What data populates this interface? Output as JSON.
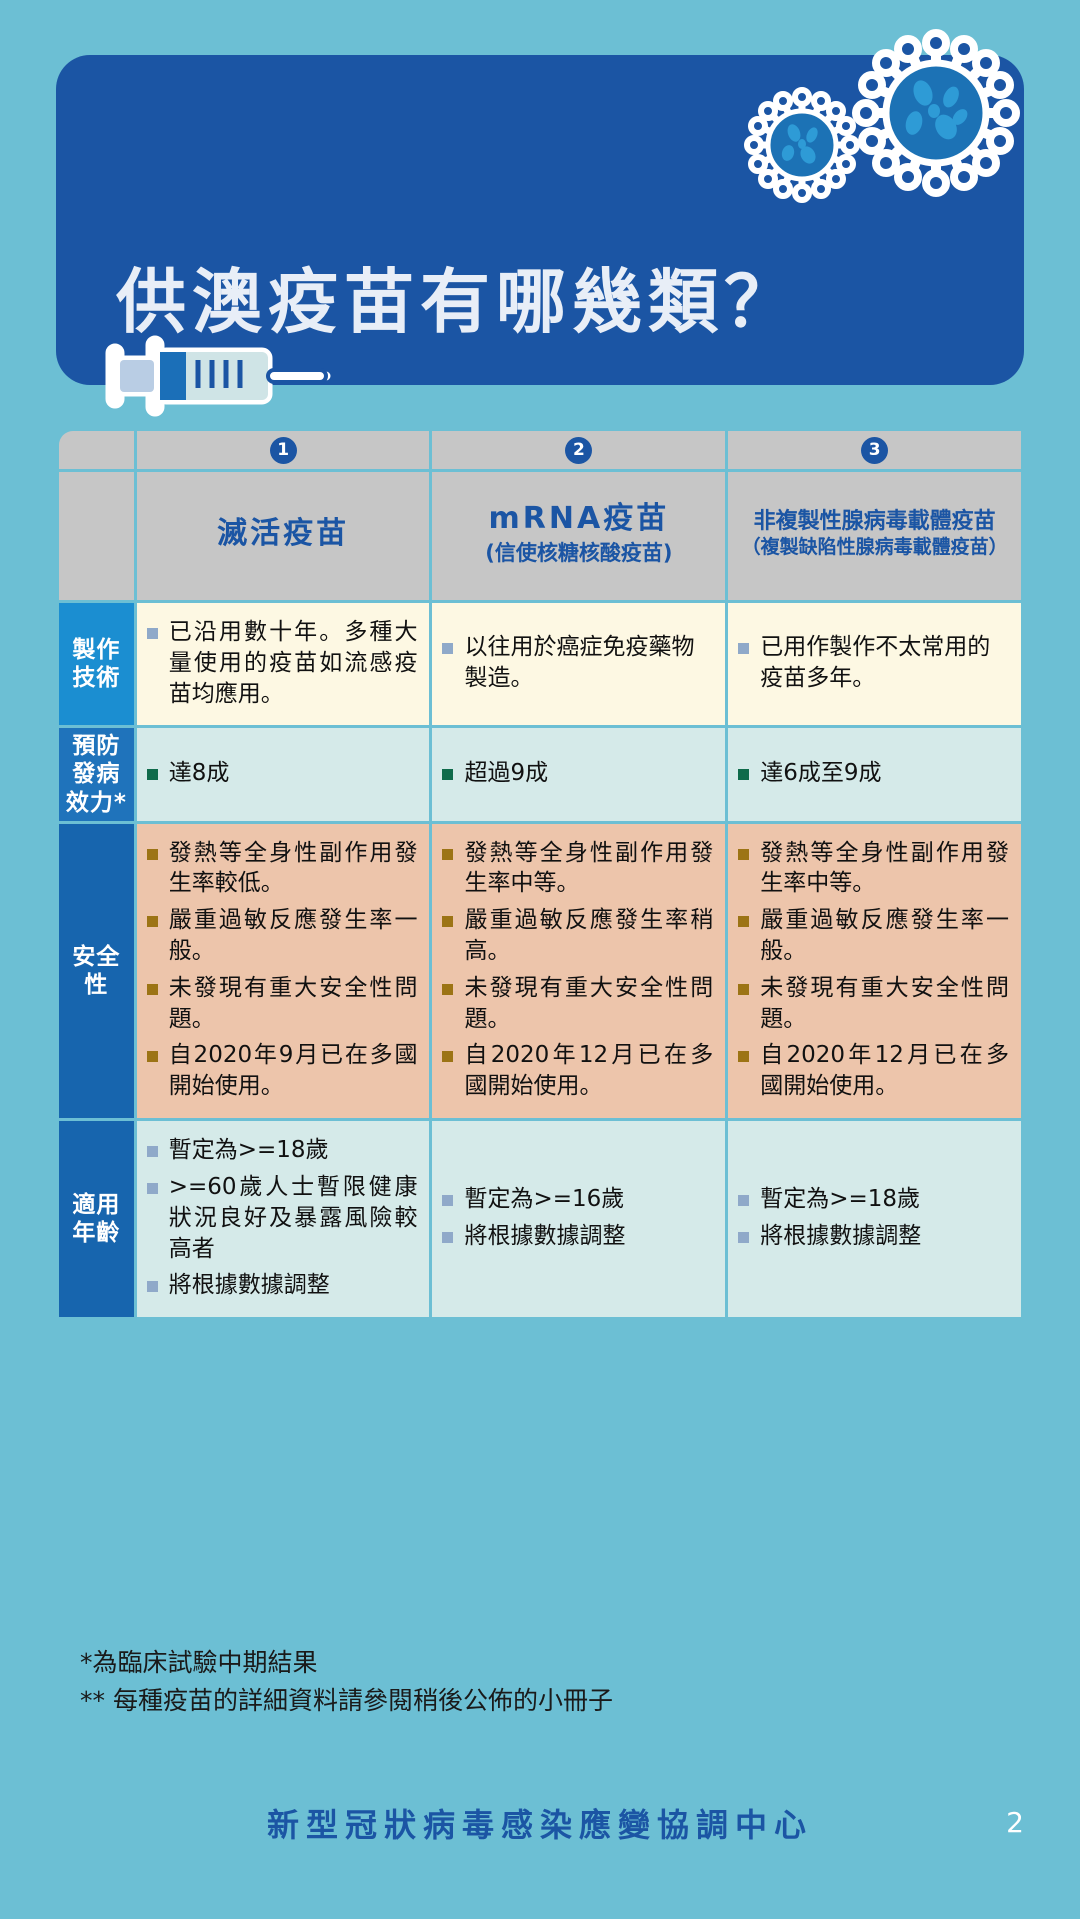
{
  "header": {
    "title": "供澳疫苗有哪幾類？",
    "icons": {
      "virus_small": "virus-icon",
      "virus_large": "virus-icon",
      "syringe": "syringe-icon"
    }
  },
  "table": {
    "numbers": [
      "1",
      "2",
      "3"
    ],
    "columns": [
      {
        "title": "滅活疫苗",
        "subtitle": ""
      },
      {
        "title": "mRNA疫苗",
        "subtitle": "(信使核糖核酸疫苗)"
      },
      {
        "title": "非複製性腺病毒載體疫苗",
        "subtitle": "（複製缺陷性腺病毒載體疫苗）"
      }
    ],
    "rows": [
      {
        "label": "製作技術",
        "cells": [
          [
            "已沿用數十年。多種大量使用的疫苗如流感疫苗均應用。"
          ],
          [
            "以往用於癌症免疫藥物製造。"
          ],
          [
            "已用作製作不太常用的疫苗多年。"
          ]
        ]
      },
      {
        "label": "預防發病效力*",
        "cells": [
          [
            "達8成"
          ],
          [
            "超過9成"
          ],
          [
            "達6成至9成"
          ]
        ]
      },
      {
        "label": "安全性",
        "cells": [
          [
            "發熱等全身性副作用發生率較低。",
            "嚴重過敏反應發生率一般。",
            "未發現有重大安全性問題。",
            "自2020年9月已在多國開始使用。"
          ],
          [
            "發熱等全身性副作用發生率中等。",
            "嚴重過敏反應發生率稍高。",
            "未發現有重大安全性問題。",
            "自2020年12月已在多國開始使用。"
          ],
          [
            "發熱等全身性副作用發生率中等。",
            "嚴重過敏反應發生率一般。",
            "未發現有重大安全性問題。",
            "自2020年12月已在多國開始使用。"
          ]
        ]
      },
      {
        "label": "適用年齡",
        "cells": [
          [
            "暫定為>=18歲",
            ">=60歲人士暫限健康狀況良好及暴露風險較高者",
            "將根據數據調整"
          ],
          [
            "暫定為>=16歲",
            "將根據數據調整"
          ],
          [
            "暫定為>=18歲",
            "將根據數據調整"
          ]
        ]
      }
    ]
  },
  "notes": {
    "line1": "*為臨床試驗中期結果",
    "line2": "** 每種疫苗的詳細資料請參閱稍後公佈的小冊子"
  },
  "footer": {
    "organization": "新型冠狀病毒感染應變協調中心",
    "page_number": "2"
  },
  "colors": {
    "background": "#6cbfd4",
    "header_card": "#1b55a4",
    "brand_blue": "#1b55a4",
    "row_label": "#1b8ed1",
    "tech_bg": "#fdf8e3",
    "eff_bg": "#d5eae9",
    "safe_bg": "#edc5ab",
    "age_bg": "#d5eae9",
    "header_cell_bg": "#c6c6c6"
  }
}
